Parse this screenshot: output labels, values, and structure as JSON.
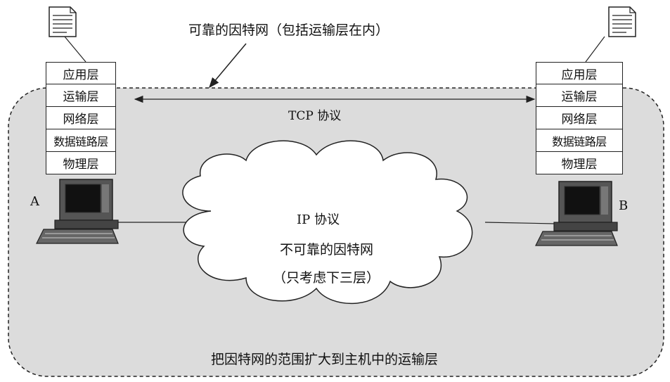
{
  "top_label": "可靠的因特网（包括运输层在内）",
  "tcp_label": "TCP 协议",
  "cloud": {
    "line1": "IP 协议",
    "line2": "不可靠的因特网",
    "line3": "（只考虑下三层）"
  },
  "bottom_label": "把因特网的范围扩大到主机中的运输层",
  "host_a": {
    "name": "A",
    "layers": [
      "应用层",
      "运输层",
      "网络层",
      "数据链路层",
      "物理层"
    ]
  },
  "host_b": {
    "name": "B",
    "layers": [
      "应用层",
      "运输层",
      "网络层",
      "数据链路层",
      "物理层"
    ]
  },
  "colors": {
    "region_fill": "#dcdcdc",
    "cloud_fill": "#ffffff",
    "outline": "#222222"
  }
}
